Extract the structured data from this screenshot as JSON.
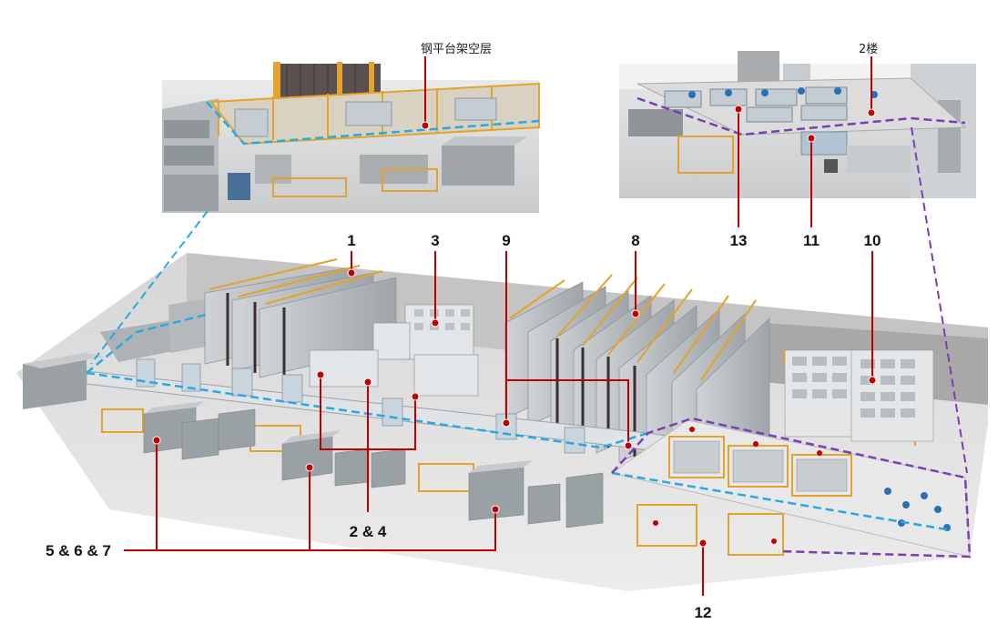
{
  "insets": {
    "left": {
      "caption": "钢平台架空层"
    },
    "right": {
      "caption": "2楼"
    }
  },
  "callouts": {
    "c1": "1",
    "c3": "3",
    "c9": "9",
    "c8": "8",
    "c13": "13",
    "c11": "11",
    "c10": "10",
    "c24": "2 & 4",
    "c567": "5 & 6 & 7",
    "c12": "12"
  },
  "colors": {
    "callout_line": "#c00000",
    "callout_dot": "#c00000",
    "steel_platform_dash": "#29a9e0",
    "second_floor_dash": "#7b3fb0",
    "conveyor": "#e3a32c"
  }
}
